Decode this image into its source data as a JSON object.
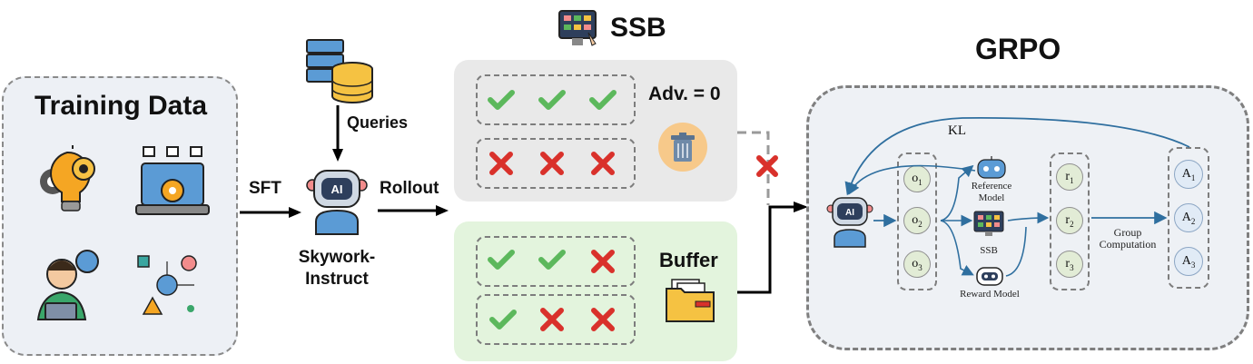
{
  "training": {
    "title": "Training Data"
  },
  "edges": {
    "sft": "SFT",
    "queries": "Queries",
    "rollout": "Rollout"
  },
  "model": {
    "name": "Skywork-Instruct",
    "chip": "AI"
  },
  "ssb": {
    "title": "SSB",
    "adv_label": "Adv. = 0"
  },
  "buffer": {
    "title": "Buffer"
  },
  "grpo": {
    "title": "GRPO",
    "kl": "KL",
    "outputs": [
      {
        "base": "o",
        "sub": "1"
      },
      {
        "base": "o",
        "sub": "2"
      },
      {
        "base": "o",
        "sub": "3"
      }
    ],
    "rewards": [
      {
        "base": "r",
        "sub": "1"
      },
      {
        "base": "r",
        "sub": "2"
      },
      {
        "base": "r",
        "sub": "3"
      }
    ],
    "advantages": [
      {
        "base": "A",
        "sub": "1"
      },
      {
        "base": "A",
        "sub": "2"
      },
      {
        "base": "A",
        "sub": "3"
      }
    ],
    "reference_model": "Reference Model",
    "ssb_small": "SSB",
    "reward_model": "Reward Model",
    "group_computation": "Group Computation"
  },
  "colors": {
    "check": "#5cb85c",
    "cross": "#d9312b",
    "arrow": "#2f6f9f",
    "dash": "#7d7d7d"
  }
}
